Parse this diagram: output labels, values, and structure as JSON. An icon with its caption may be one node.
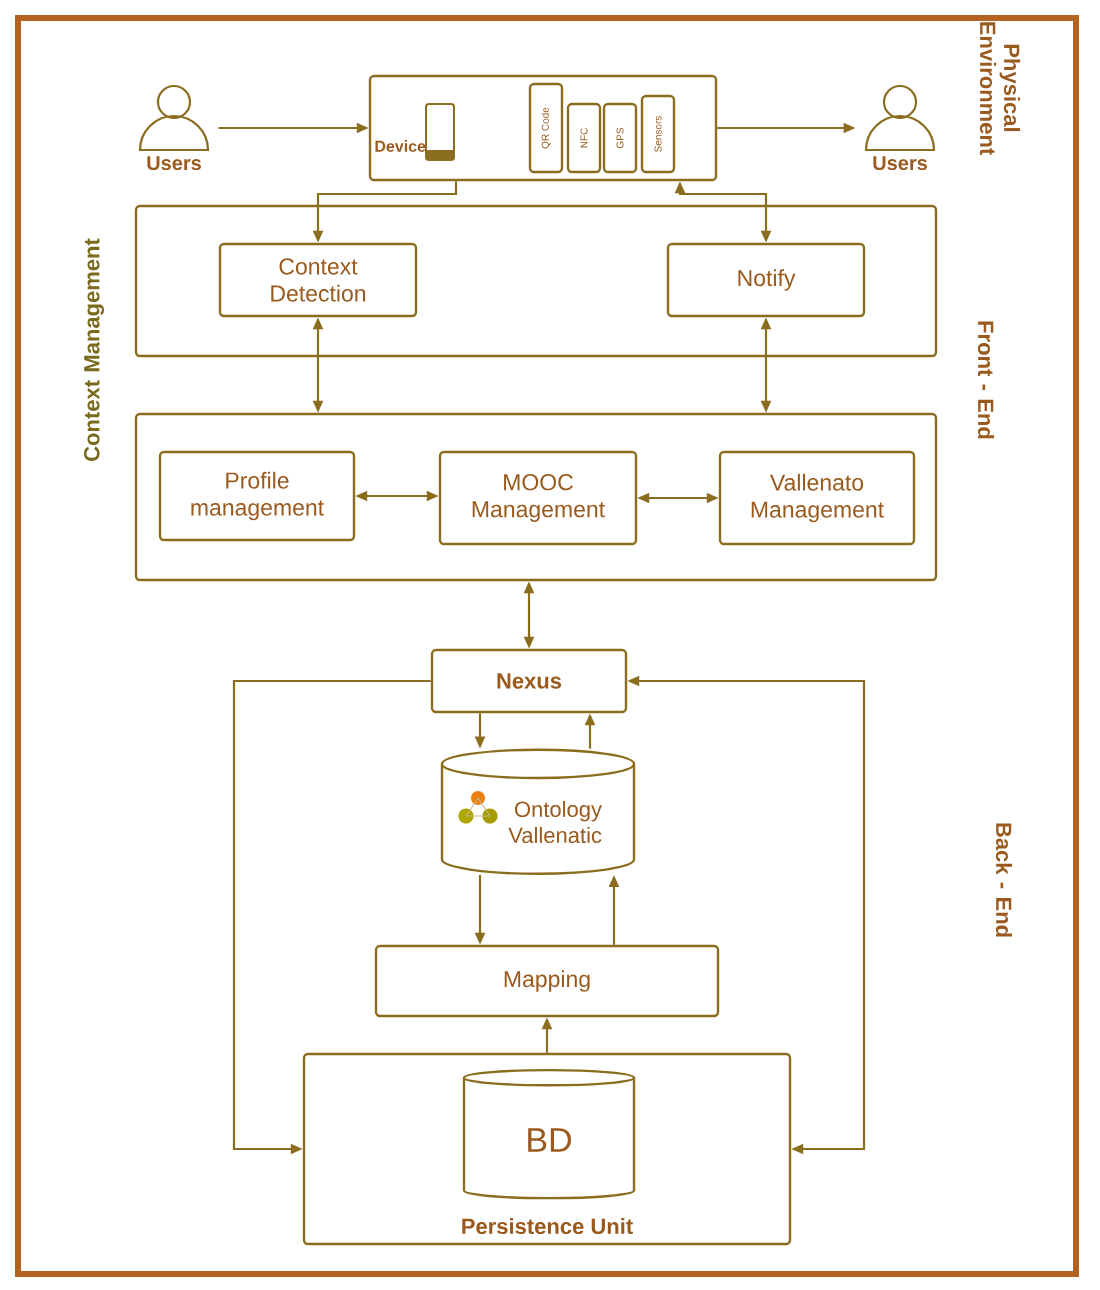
{
  "diagram": {
    "nodes": [
      {
        "text": [
          "Users"
        ]
      },
      {
        "text": [
          "Device"
        ]
      },
      {
        "text": [
          "QR Code"
        ],
        "in": 1
      },
      {
        "text": [
          "NFC"
        ],
        "in": 1
      },
      {
        "text": [
          "GPS"
        ],
        "in": 1
      },
      {
        "text": [
          "Sensors"
        ],
        "in": 1
      },
      {
        "text": [
          "Users"
        ]
      },
      {
        "text": [],
        "shape": "box"
      },
      {
        "text": [
          "Context Detection"
        ],
        "in": 7
      },
      {
        "text": [
          "Notify"
        ],
        "in": 7
      },
      {
        "text": [],
        "shape": "box"
      },
      {
        "text": [
          "Profile management"
        ],
        "in": 10
      },
      {
        "text": [
          "MOOC Management"
        ],
        "in": 10
      },
      {
        "text": [
          "Vallenato Management"
        ],
        "in": 10
      },
      {
        "text": [
          "Nexus"
        ]
      },
      {
        "text": [
          "Ontology Vallenatic"
        ]
      },
      {
        "text": [
          "Mapping"
        ]
      },
      {
        "text": [
          "Persistence Unit"
        ]
      },
      {
        "text": [
          "BD"
        ],
        "in": 17
      }
    ],
    "edges": [
      {
        "from": 0,
        "to": 1,
        "arrow": "to"
      },
      {
        "from": 1,
        "to": 6,
        "arrow": "to"
      },
      {
        "from": 1,
        "to": 8,
        "arrow": "to"
      },
      {
        "from": 1,
        "to": 9,
        "arrow": "both"
      },
      {
        "from": 8,
        "to": 10,
        "arrow": "both"
      },
      {
        "from": 9,
        "to": 10,
        "arrow": "both"
      },
      {
        "from": 11,
        "to": 12,
        "arrow": "both"
      },
      {
        "from": 12,
        "to": 13,
        "arrow": "both"
      },
      {
        "from": 10,
        "to": 14,
        "arrow": "both"
      },
      {
        "from": 14,
        "to": 15,
        "arrow": "to"
      },
      {
        "from": 15,
        "to": 14,
        "arrow": "to"
      },
      {
        "from": 15,
        "to": 16,
        "arrow": "to"
      },
      {
        "from": 16,
        "to": 15,
        "arrow": "to"
      },
      {
        "from": 17,
        "to": 16,
        "arrow": "to"
      },
      {
        "from": 14,
        "to": 17,
        "arrow": "to"
      },
      {
        "from": 14,
        "to": 17,
        "arrow": "both"
      }
    ],
    "labels": [
      "Physical Environment",
      "Context Management",
      "Front - End",
      "Back - End"
    ]
  }
}
